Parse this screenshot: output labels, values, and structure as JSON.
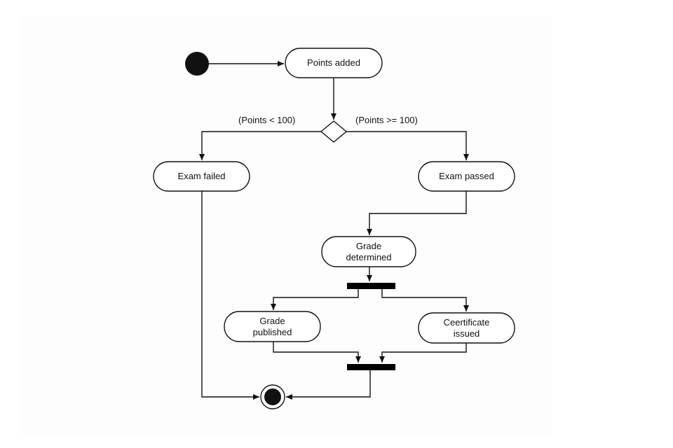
{
  "diagram": {
    "type": "activity",
    "colors": {
      "stroke": "#111111",
      "fill": "#ffffff",
      "bar": "#000000"
    },
    "activities": {
      "points_added": "Points added",
      "exam_failed": "Exam failed",
      "exam_passed": "Exam passed",
      "grade_determined": "Grade\ndetermined",
      "grade_published": "Grade\npublished",
      "certificate_issued": "Ceertificate\nissued"
    },
    "guards": {
      "fail": "(Points < 100)",
      "pass": "(Points >= 100)"
    }
  }
}
